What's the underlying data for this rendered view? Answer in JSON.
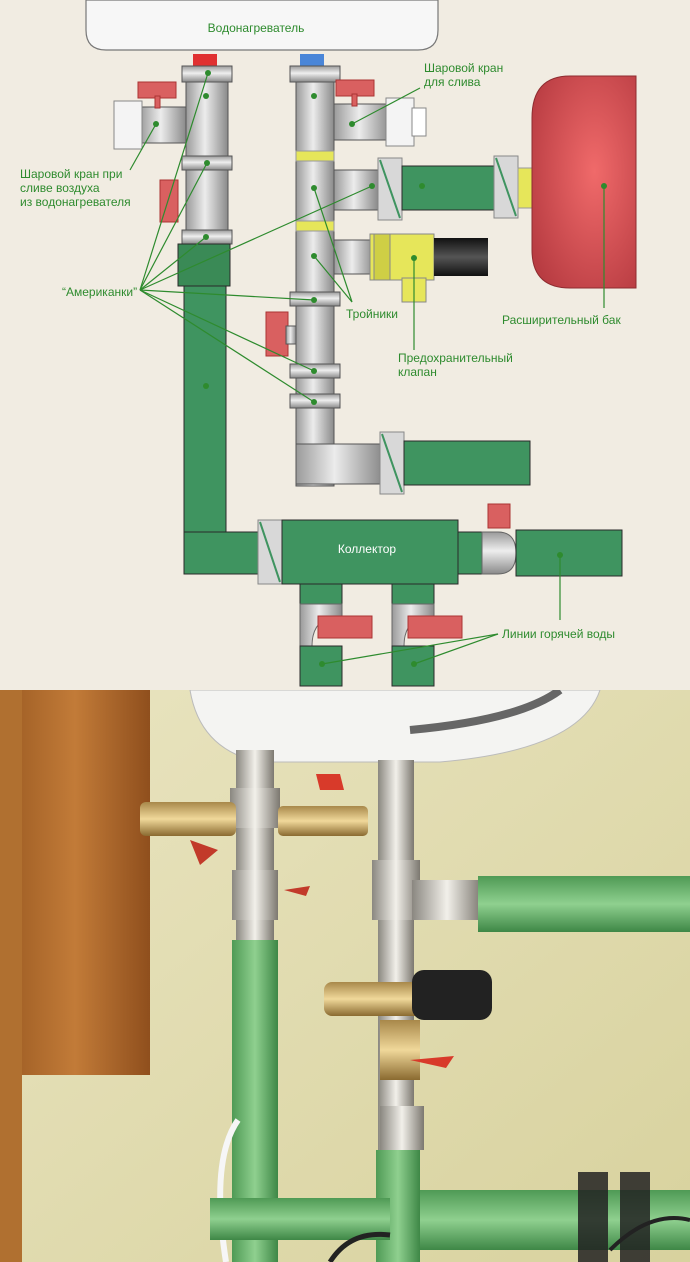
{
  "diagram": {
    "heater_label": "Водонагреватель",
    "drain_valve_label": [
      "Шаровой кран",
      "для слива"
    ],
    "air_valve_label": [
      "Шаровой кран при",
      "сливе воздуха",
      "из водонагревателя"
    ],
    "unions_label": "“Американки”",
    "tees_label": "Тройники",
    "tank_label": "Расширительный бак",
    "safety_valve_label": [
      "Предохранительный",
      "клапан"
    ],
    "collector_label": "Коллектор",
    "hot_lines_label": "Линии горячей воды"
  },
  "colors": {
    "background": "#f1ece2",
    "pipe_green": "#3f9460",
    "label_green": "#2e8b2e",
    "handle_red": "#d96060",
    "tank_red": "#c94a4e",
    "hot_marker": "#e03030",
    "cold_marker": "#4a86d8",
    "fitting_yellow": "#e6e65a"
  },
  "photo": {
    "description_icon": "photo-installation"
  }
}
